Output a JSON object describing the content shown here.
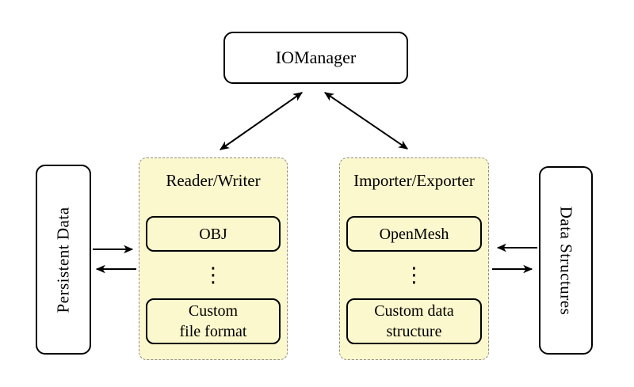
{
  "diagram": {
    "iomanager": {
      "label": "IOManager"
    },
    "persistent_data": {
      "label": "Persistent Data"
    },
    "data_structures": {
      "label": "Data Structures"
    },
    "reader_writer": {
      "label": "Reader/Writer",
      "top_item": "OBJ",
      "ellipsis": "⋮",
      "bottom_item_line1": "Custom",
      "bottom_item_line2": "file format"
    },
    "importer_exporter": {
      "label": "Importer/Exporter",
      "top_item": "OpenMesh",
      "ellipsis": "⋮",
      "bottom_item_line1": "Custom data",
      "bottom_item_line2": "structure"
    },
    "colors": {
      "group_fill": "#FCF8CD",
      "group_border": "#8C8C8C",
      "node_border": "#000000",
      "background": "#FFFFFF"
    }
  }
}
